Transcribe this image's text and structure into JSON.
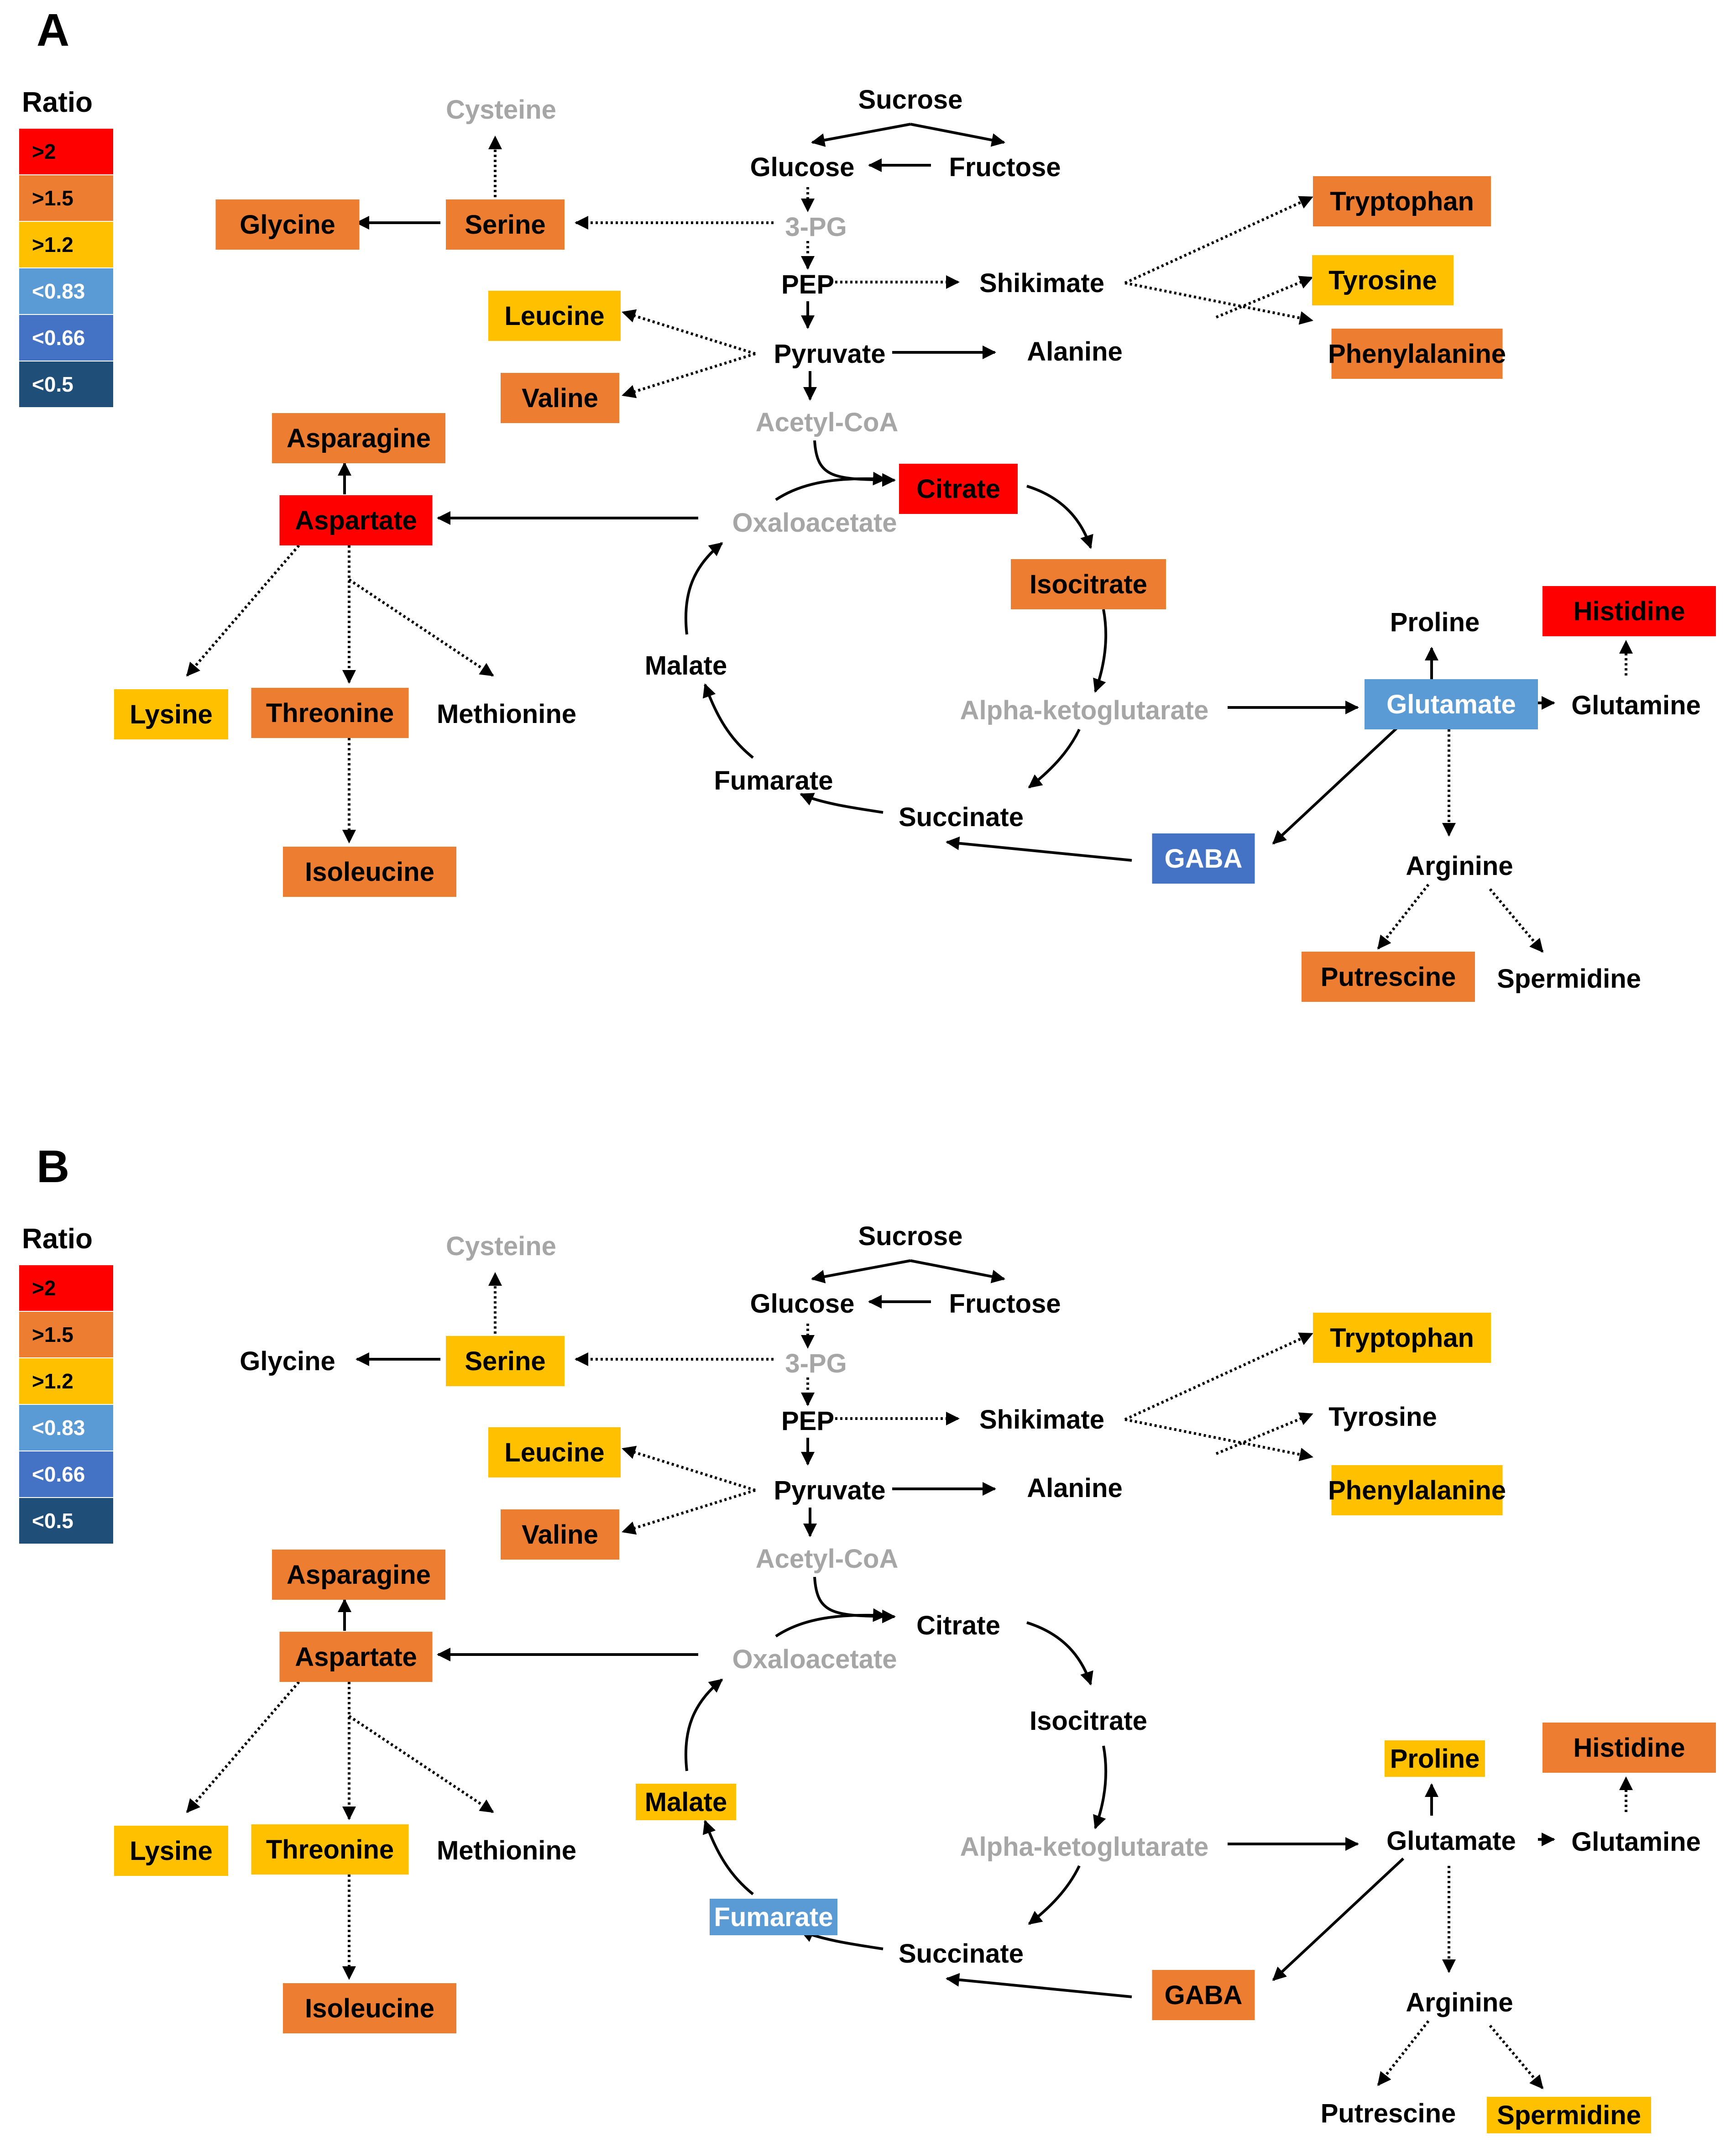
{
  "colors": {
    ">2": "#ff0000",
    ">1.5": "#ed7d31",
    ">1.2": "#ffc000",
    "<0.83": "#5b9bd5",
    "<0.66": "#4472c4",
    "<0.5": "#1f4e79"
  },
  "legend": {
    "title": "Ratio",
    "items": [
      {
        "label": ">2",
        "color": "#ff0000",
        "text_color": "#000000"
      },
      {
        "label": ">1.5",
        "color": "#ed7d31",
        "text_color": "#000000"
      },
      {
        "label": ">1.2",
        "color": "#ffc000",
        "text_color": "#000000"
      },
      {
        "label": "<0.83",
        "color": "#5b9bd5",
        "text_color": "#ffffff"
      },
      {
        "label": "<0.66",
        "color": "#4472c4",
        "text_color": "#ffffff"
      },
      {
        "label": "<0.5",
        "color": "#1f4e79",
        "text_color": "#ffffff"
      }
    ]
  },
  "panels": [
    {
      "letter": "A",
      "nodes": {
        "Sucrose": {
          "label": "Sucrose",
          "fill": null,
          "gray": false
        },
        "Glucose": {
          "label": "Glucose",
          "fill": null,
          "gray": false
        },
        "Fructose": {
          "label": "Fructose",
          "fill": null,
          "gray": false
        },
        "Cysteine": {
          "label": "Cysteine",
          "fill": null,
          "gray": true
        },
        "Glycine": {
          "label": "Glycine",
          "fill": ">1.5",
          "gray": false
        },
        "Serine": {
          "label": "Serine",
          "fill": ">1.5",
          "gray": false
        },
        "3PG": {
          "label": "3-PG",
          "fill": null,
          "gray": true
        },
        "PEP": {
          "label": "PEP",
          "fill": null,
          "gray": false
        },
        "Shikimate": {
          "label": "Shikimate",
          "fill": null,
          "gray": false
        },
        "Tryptophan": {
          "label": "Tryptophan",
          "fill": ">1.5",
          "gray": false
        },
        "Tyrosine": {
          "label": "Tyrosine",
          "fill": ">1.2",
          "gray": false
        },
        "Phenylalanine": {
          "label": "Phenylalanine",
          "fill": ">1.5",
          "gray": false
        },
        "Leucine": {
          "label": "Leucine",
          "fill": ">1.2",
          "gray": false
        },
        "Valine": {
          "label": "Valine",
          "fill": ">1.5",
          "gray": false
        },
        "Pyruvate": {
          "label": "Pyruvate",
          "fill": null,
          "gray": false
        },
        "Alanine": {
          "label": "Alanine",
          "fill": null,
          "gray": false
        },
        "AcetylCoA": {
          "label": "Acetyl-CoA",
          "fill": null,
          "gray": true
        },
        "Asparagine": {
          "label": "Asparagine",
          "fill": ">1.5",
          "gray": false
        },
        "Aspartate": {
          "label": "Aspartate",
          "fill": ">2",
          "gray": false
        },
        "Oxaloacetate": {
          "label": "Oxaloacetate",
          "fill": null,
          "gray": true
        },
        "Citrate": {
          "label": "Citrate",
          "fill": ">2",
          "gray": false
        },
        "Isocitrate": {
          "label": "Isocitrate",
          "fill": ">1.5",
          "gray": false
        },
        "Malate": {
          "label": "Malate",
          "fill": null,
          "gray": false
        },
        "AlphaKG": {
          "label": "Alpha-ketoglutarate",
          "fill": null,
          "gray": true
        },
        "Fumarate": {
          "label": "Fumarate",
          "fill": null,
          "gray": false
        },
        "Succinate": {
          "label": "Succinate",
          "fill": null,
          "gray": false
        },
        "Lysine": {
          "label": "Lysine",
          "fill": ">1.2",
          "gray": false
        },
        "Threonine": {
          "label": "Threonine",
          "fill": ">1.5",
          "gray": false
        },
        "Methionine": {
          "label": "Methionine",
          "fill": null,
          "gray": false
        },
        "Isoleucine": {
          "label": "Isoleucine",
          "fill": ">1.5",
          "gray": false
        },
        "Proline": {
          "label": "Proline",
          "fill": null,
          "gray": false
        },
        "Histidine": {
          "label": "Histidine",
          "fill": ">2",
          "gray": false
        },
        "Glutamate": {
          "label": "Glutamate",
          "fill": "<0.83",
          "gray": false
        },
        "Glutamine": {
          "label": "Glutamine",
          "fill": null,
          "gray": false
        },
        "GABA": {
          "label": "GABA",
          "fill": "<0.66",
          "gray": false
        },
        "Arginine": {
          "label": "Arginine",
          "fill": null,
          "gray": false
        },
        "Putrescine": {
          "label": "Putrescine",
          "fill": ">1.5",
          "gray": false
        },
        "Spermidine": {
          "label": "Spermidine",
          "fill": null,
          "gray": false
        }
      }
    },
    {
      "letter": "B",
      "nodes": {
        "Sucrose": {
          "label": "Sucrose",
          "fill": null,
          "gray": false
        },
        "Glucose": {
          "label": "Glucose",
          "fill": null,
          "gray": false
        },
        "Fructose": {
          "label": "Fructose",
          "fill": null,
          "gray": false
        },
        "Cysteine": {
          "label": "Cysteine",
          "fill": null,
          "gray": true
        },
        "Glycine": {
          "label": "Glycine",
          "fill": null,
          "gray": false
        },
        "Serine": {
          "label": "Serine",
          "fill": ">1.2",
          "gray": false
        },
        "3PG": {
          "label": "3-PG",
          "fill": null,
          "gray": true
        },
        "PEP": {
          "label": "PEP",
          "fill": null,
          "gray": false
        },
        "Shikimate": {
          "label": "Shikimate",
          "fill": null,
          "gray": false
        },
        "Tryptophan": {
          "label": "Tryptophan",
          "fill": ">1.2",
          "gray": false
        },
        "Tyrosine": {
          "label": "Tyrosine",
          "fill": null,
          "gray": false
        },
        "Phenylalanine": {
          "label": "Phenylalanine",
          "fill": ">1.2",
          "gray": false
        },
        "Leucine": {
          "label": "Leucine",
          "fill": ">1.2",
          "gray": false
        },
        "Valine": {
          "label": "Valine",
          "fill": ">1.5",
          "gray": false
        },
        "Pyruvate": {
          "label": "Pyruvate",
          "fill": null,
          "gray": false
        },
        "Alanine": {
          "label": "Alanine",
          "fill": null,
          "gray": false
        },
        "AcetylCoA": {
          "label": "Acetyl-CoA",
          "fill": null,
          "gray": true
        },
        "Asparagine": {
          "label": "Asparagine",
          "fill": ">1.5",
          "gray": false
        },
        "Aspartate": {
          "label": "Aspartate",
          "fill": ">1.5",
          "gray": false
        },
        "Oxaloacetate": {
          "label": "Oxaloacetate",
          "fill": null,
          "gray": true
        },
        "Citrate": {
          "label": "Citrate",
          "fill": null,
          "gray": false
        },
        "Isocitrate": {
          "label": "Isocitrate",
          "fill": null,
          "gray": false
        },
        "Malate": {
          "label": "Malate",
          "fill": ">1.2",
          "gray": false
        },
        "AlphaKG": {
          "label": "Alpha-ketoglutarate",
          "fill": null,
          "gray": true
        },
        "Fumarate": {
          "label": "Fumarate",
          "fill": "<0.83",
          "gray": false
        },
        "Succinate": {
          "label": "Succinate",
          "fill": null,
          "gray": false
        },
        "Lysine": {
          "label": "Lysine",
          "fill": ">1.2",
          "gray": false
        },
        "Threonine": {
          "label": "Threonine",
          "fill": ">1.2",
          "gray": false
        },
        "Methionine": {
          "label": "Methionine",
          "fill": null,
          "gray": false
        },
        "Isoleucine": {
          "label": "Isoleucine",
          "fill": ">1.5",
          "gray": false
        },
        "Proline": {
          "label": "Proline",
          "fill": ">1.2",
          "gray": false
        },
        "Histidine": {
          "label": "Histidine",
          "fill": ">1.5",
          "gray": false
        },
        "Glutamate": {
          "label": "Glutamate",
          "fill": null,
          "gray": false
        },
        "Glutamine": {
          "label": "Glutamine",
          "fill": null,
          "gray": false
        },
        "GABA": {
          "label": "GABA",
          "fill": ">1.5",
          "gray": false
        },
        "Arginine": {
          "label": "Arginine",
          "fill": null,
          "gray": false
        },
        "Putrescine": {
          "label": "Putrescine",
          "fill": null,
          "gray": false
        },
        "Spermidine": {
          "label": "Spermidine",
          "fill": ">1.2",
          "gray": false
        }
      }
    }
  ]
}
